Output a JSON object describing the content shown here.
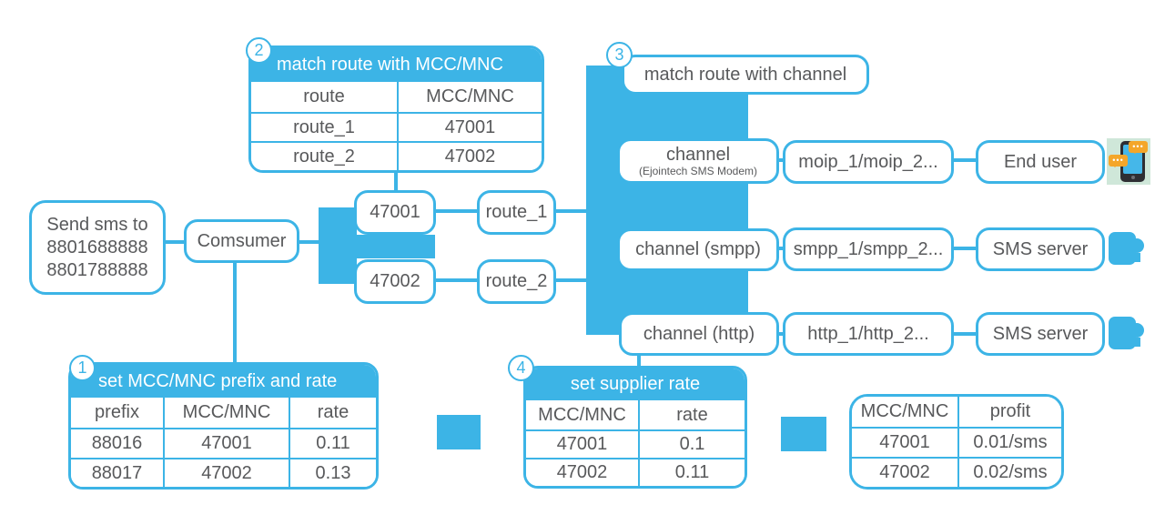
{
  "colors": {
    "accent": "#3cb4e6",
    "text": "#58595b",
    "white": "#ffffff",
    "bubble_orange": "#f4a62a",
    "end_user_icon_bg": "#cfe7d9",
    "phone_dark": "#2e2e33",
    "phone_screen": "#45b7e9"
  },
  "badges": {
    "b1": "1",
    "b2": "2",
    "b3": "3",
    "b4": "4"
  },
  "nodes": {
    "send_sms": {
      "line1": "Send sms to",
      "line2": "8801688888",
      "line3": "8801788888"
    },
    "consumer": {
      "label": "Comsumer"
    },
    "mcc_47001": {
      "label": "47001"
    },
    "mcc_47002": {
      "label": "47002"
    },
    "route_1": {
      "label": "route_1"
    },
    "route_2": {
      "label": "route_2"
    },
    "match_route_with_channel": {
      "label": "match route with channel"
    },
    "channel_modem": {
      "label": "channel",
      "sublabel": "(Ejointech SMS Modem)"
    },
    "channel_smpp": {
      "label": "channel (smpp)"
    },
    "channel_http": {
      "label": "channel (http)"
    },
    "moip_list": {
      "label": "moip_1/moip_2..."
    },
    "smpp_list": {
      "label": "smpp_1/smpp_2..."
    },
    "http_list": {
      "label": "http_1/http_2..."
    },
    "end_user": {
      "label": "End user"
    },
    "sms_server_smpp": {
      "label": "SMS server"
    },
    "sms_server_http": {
      "label": "SMS server"
    }
  },
  "tables": {
    "prefix_rate": {
      "badge": "1",
      "title": "set MCC/MNC prefix and rate",
      "headers": [
        "prefix",
        "MCC/MNC",
        "rate"
      ],
      "rows": [
        [
          "88016",
          "47001",
          "0.11"
        ],
        [
          "88017",
          "47002",
          "0.13"
        ]
      ]
    },
    "route_mcc": {
      "badge": "2",
      "title": "match route with MCC/MNC",
      "headers": [
        "route",
        "MCC/MNC"
      ],
      "rows": [
        [
          "route_1",
          "47001"
        ],
        [
          "route_2",
          "47002"
        ]
      ]
    },
    "supplier_rate": {
      "badge": "4",
      "title": "set supplier rate",
      "headers": [
        "MCC/MNC",
        "rate"
      ],
      "rows": [
        [
          "47001",
          "0.1"
        ],
        [
          "47002",
          "0.11"
        ]
      ]
    },
    "profit": {
      "headers": [
        "MCC/MNC",
        "profit"
      ],
      "rows": [
        [
          "47001",
          "0.01/sms"
        ],
        [
          "47002",
          "0.02/sms"
        ]
      ]
    }
  },
  "icons": {
    "end_user_icon": "phone-with-chat-bubbles",
    "sms_server_icon": "server-block"
  }
}
